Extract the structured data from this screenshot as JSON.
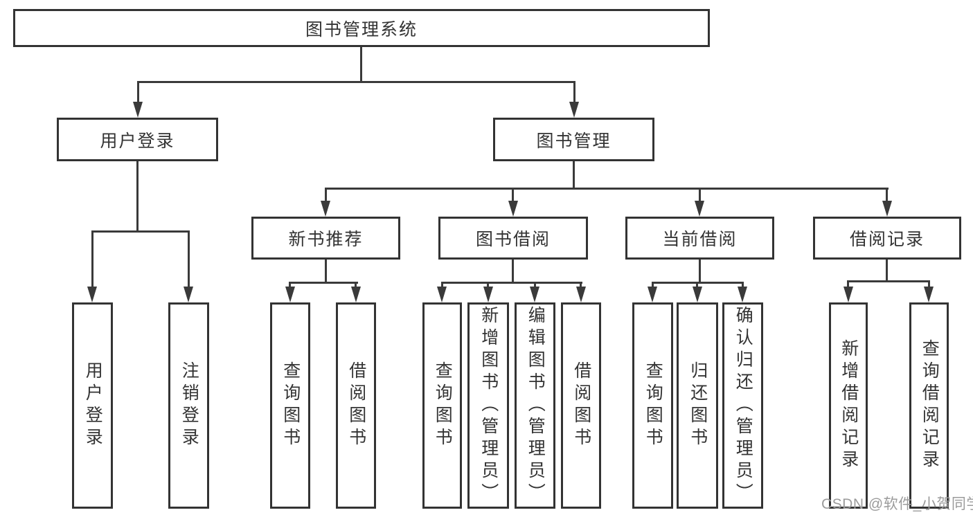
{
  "tree": {
    "label": "图书管理系统",
    "children": [
      {
        "label": "用户登录",
        "children": [
          {
            "label": "用户登录"
          },
          {
            "label": "注销登录"
          }
        ]
      },
      {
        "label": "图书管理",
        "children": [
          {
            "label": "新书推荐",
            "children": [
              {
                "label": "查询图书"
              },
              {
                "label": "借阅图书"
              }
            ]
          },
          {
            "label": "图书借阅",
            "children": [
              {
                "label": "查询图书"
              },
              {
                "label": "新增图书（管理员）"
              },
              {
                "label": "编辑图书（管理员）"
              },
              {
                "label": "借阅图书"
              }
            ]
          },
          {
            "label": "当前借阅",
            "children": [
              {
                "label": "查询图书"
              },
              {
                "label": "归还图书"
              },
              {
                "label": "确认归还（管理员）"
              }
            ]
          },
          {
            "label": "借阅记录",
            "children": [
              {
                "label": "新增借阅记录"
              },
              {
                "label": "查询借阅记录"
              }
            ]
          }
        ]
      }
    ]
  },
  "watermark": {
    "text": "CSDN @软件_小贺同学"
  },
  "colors": {
    "line": "#3a3a3a",
    "border": "#333333",
    "text": "#333333",
    "watermark": "#9b9b9b",
    "background": "#ffffff"
  }
}
